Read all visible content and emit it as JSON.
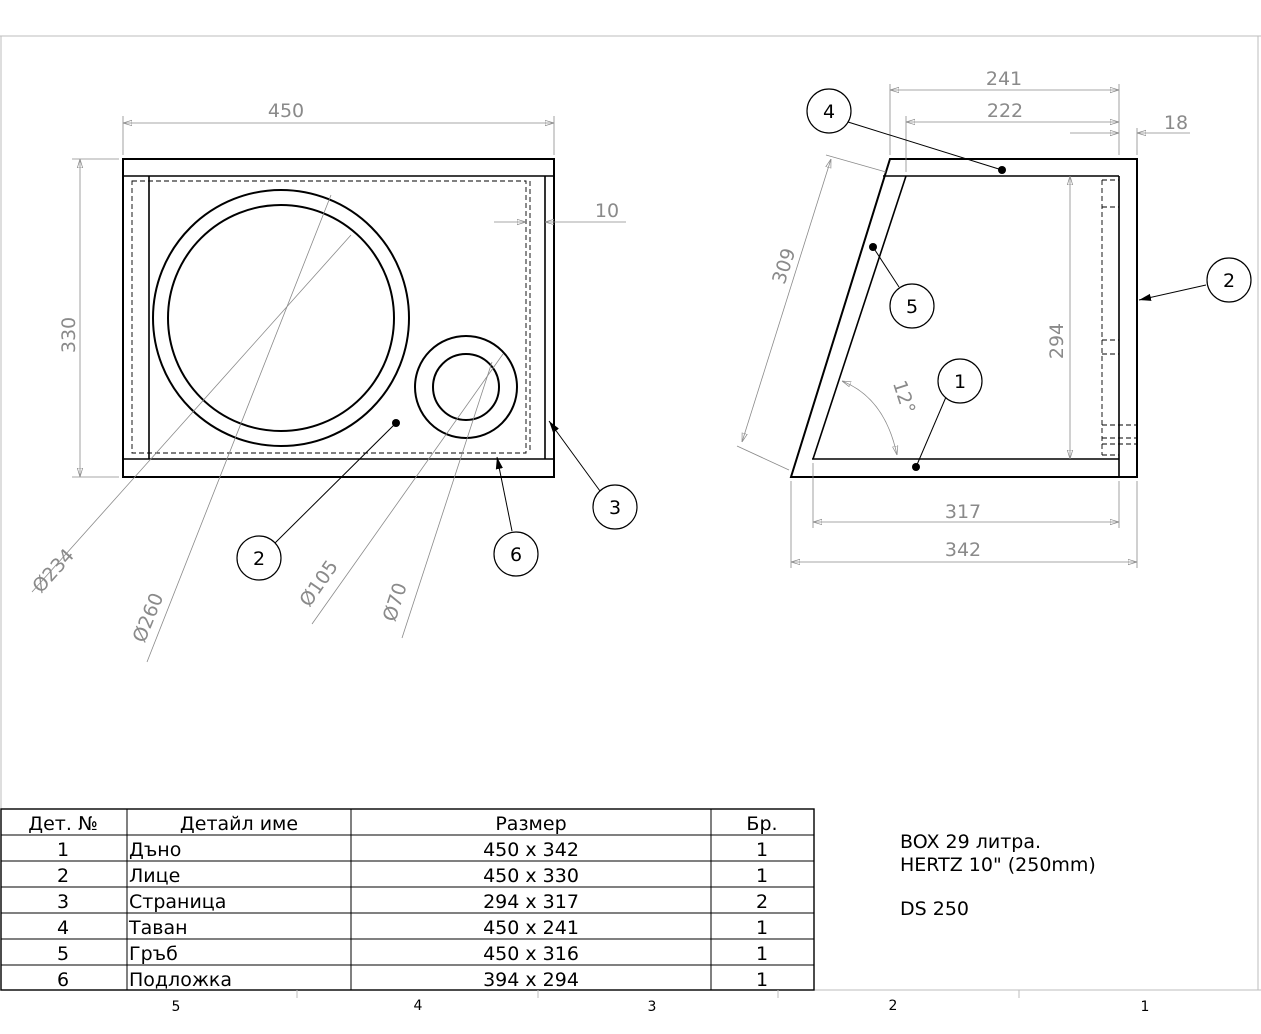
{
  "front_view": {
    "dims": {
      "width": "450",
      "height": "330",
      "offset": "10",
      "d234": "Ø234",
      "d260": "Ø260",
      "d105": "Ø105",
      "d70": "Ø70"
    },
    "callouts": {
      "c2": "2",
      "c3": "3",
      "c6": "6"
    }
  },
  "side_view": {
    "dims": {
      "top_outer": "241",
      "top_inner": "222",
      "thickness": "18",
      "slant": "309",
      "height": "294",
      "angle": "12°",
      "bottom_inner": "317",
      "bottom_outer": "342"
    },
    "callouts": {
      "c4": "4",
      "c2": "2",
      "c5": "5",
      "c1": "1"
    }
  },
  "parts_table": {
    "headers": [
      "Дет. №",
      "Детайл име",
      "Размер",
      "Бр."
    ],
    "rows": [
      [
        "1",
        "Дъно",
        "450 x 342",
        "1"
      ],
      [
        "2",
        "Лице",
        "450 x 330",
        "1"
      ],
      [
        "3",
        "Страница",
        "294 x 317",
        "2"
      ],
      [
        "4",
        "Таван",
        "450 x 241",
        "1"
      ],
      [
        "5",
        "Гръб",
        "450 x 316",
        "1"
      ],
      [
        "6",
        "Подложка",
        "394 x 294",
        "1"
      ]
    ]
  },
  "notes": {
    "line1": "BOX 29 литра.",
    "line2": "HERTZ 10\" (250mm)",
    "line3": "DS 250"
  },
  "zones": [
    "5",
    "4",
    "3",
    "2",
    "1"
  ]
}
